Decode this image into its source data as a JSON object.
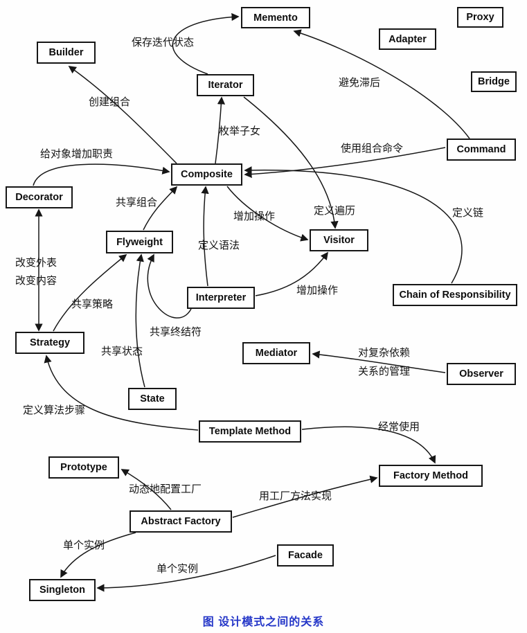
{
  "caption": "图  设计模式之间的关系",
  "nodes": [
    {
      "id": "memento",
      "label": "Memento"
    },
    {
      "id": "proxy",
      "label": "Proxy"
    },
    {
      "id": "adapter",
      "label": "Adapter"
    },
    {
      "id": "builder",
      "label": "Builder"
    },
    {
      "id": "iterator",
      "label": "Iterator"
    },
    {
      "id": "bridge",
      "label": "Bridge"
    },
    {
      "id": "command",
      "label": "Command"
    },
    {
      "id": "composite",
      "label": "Composite"
    },
    {
      "id": "decorator",
      "label": "Decorator"
    },
    {
      "id": "flyweight",
      "label": "Flyweight"
    },
    {
      "id": "visitor",
      "label": "Visitor"
    },
    {
      "id": "interpreter",
      "label": "Interpreter"
    },
    {
      "id": "chain-of-responsibility",
      "label": "Chain of Responsibility"
    },
    {
      "id": "mediator",
      "label": "Mediator"
    },
    {
      "id": "observer",
      "label": "Observer"
    },
    {
      "id": "strategy",
      "label": "Strategy"
    },
    {
      "id": "state",
      "label": "State"
    },
    {
      "id": "template-method",
      "label": "Template Method"
    },
    {
      "id": "prototype",
      "label": "Prototype"
    },
    {
      "id": "factory-method",
      "label": "Factory Method"
    },
    {
      "id": "abstract-factory",
      "label": "Abstract Factory"
    },
    {
      "id": "facade",
      "label": "Facade"
    },
    {
      "id": "singleton",
      "label": "Singleton"
    }
  ],
  "edge_labels": [
    {
      "text": "保存迭代状态"
    },
    {
      "text": "避免滞后"
    },
    {
      "text": "创建组合"
    },
    {
      "text": "枚举子女"
    },
    {
      "text": "使用组合命令"
    },
    {
      "text": "给对象增加职责"
    },
    {
      "text": "共享组合"
    },
    {
      "text": "增加操作"
    },
    {
      "text": "定义遍历"
    },
    {
      "text": "定义链"
    },
    {
      "text": "定义语法"
    },
    {
      "text": "改变外表"
    },
    {
      "text": "改变内容"
    },
    {
      "text": "共享策略"
    },
    {
      "text": "增加操作"
    },
    {
      "text": "共享终结符"
    },
    {
      "text": "共享状态"
    },
    {
      "text": "对复杂依赖"
    },
    {
      "text": "关系的管理"
    },
    {
      "text": "定义算法步骤"
    },
    {
      "text": "经常使用"
    },
    {
      "text": "动态地配置工厂"
    },
    {
      "text": "用工厂方法实现"
    },
    {
      "text": "单个实例"
    },
    {
      "text": "单个实例"
    }
  ],
  "edges": [
    {
      "from": "Iterator",
      "to": "Memento",
      "label": "保存迭代状态"
    },
    {
      "from": "Command",
      "to": "Memento",
      "label": "避免滞后"
    },
    {
      "from": "Composite",
      "to": "Builder",
      "label": "创建组合"
    },
    {
      "from": "Composite",
      "to": "Iterator",
      "label": "枚举子女"
    },
    {
      "from": "Command",
      "to": "Composite",
      "label": "使用组合命令"
    },
    {
      "from": "Decorator",
      "to": "Composite",
      "label": "给对象增加职责"
    },
    {
      "from": "Flyweight",
      "to": "Composite",
      "label": "共享组合"
    },
    {
      "from": "Composite",
      "to": "Visitor",
      "label": "增加操作"
    },
    {
      "from": "Iterator",
      "to": "Visitor",
      "label": "定义遍历"
    },
    {
      "from": "Chain of Responsibility",
      "to": "Composite",
      "label": "定义链"
    },
    {
      "from": "Interpreter",
      "to": "Composite",
      "label": "定义语法"
    },
    {
      "from": "Decorator",
      "to": "Strategy",
      "label": "改变外表 改变内容",
      "bidirectional": true
    },
    {
      "from": "Strategy",
      "to": "Flyweight",
      "label": "共享策略"
    },
    {
      "from": "Interpreter",
      "to": "Visitor",
      "label": "增加操作"
    },
    {
      "from": "Interpreter",
      "to": "Flyweight",
      "label": "共享终结符"
    },
    {
      "from": "State",
      "to": "Flyweight",
      "label": "共享状态"
    },
    {
      "from": "Observer",
      "to": "Mediator",
      "label": "对复杂依赖关系的管理"
    },
    {
      "from": "Template Method",
      "to": "Strategy",
      "label": "定义算法步骤"
    },
    {
      "from": "Template Method",
      "to": "Factory Method",
      "label": "经常使用"
    },
    {
      "from": "Abstract Factory",
      "to": "Prototype",
      "label": "动态地配置工厂"
    },
    {
      "from": "Abstract Factory",
      "to": "Factory Method",
      "label": "用工厂方法实现"
    },
    {
      "from": "Abstract Factory",
      "to": "Singleton",
      "label": "单个实例"
    },
    {
      "from": "Facade",
      "to": "Singleton",
      "label": "单个实例"
    }
  ]
}
